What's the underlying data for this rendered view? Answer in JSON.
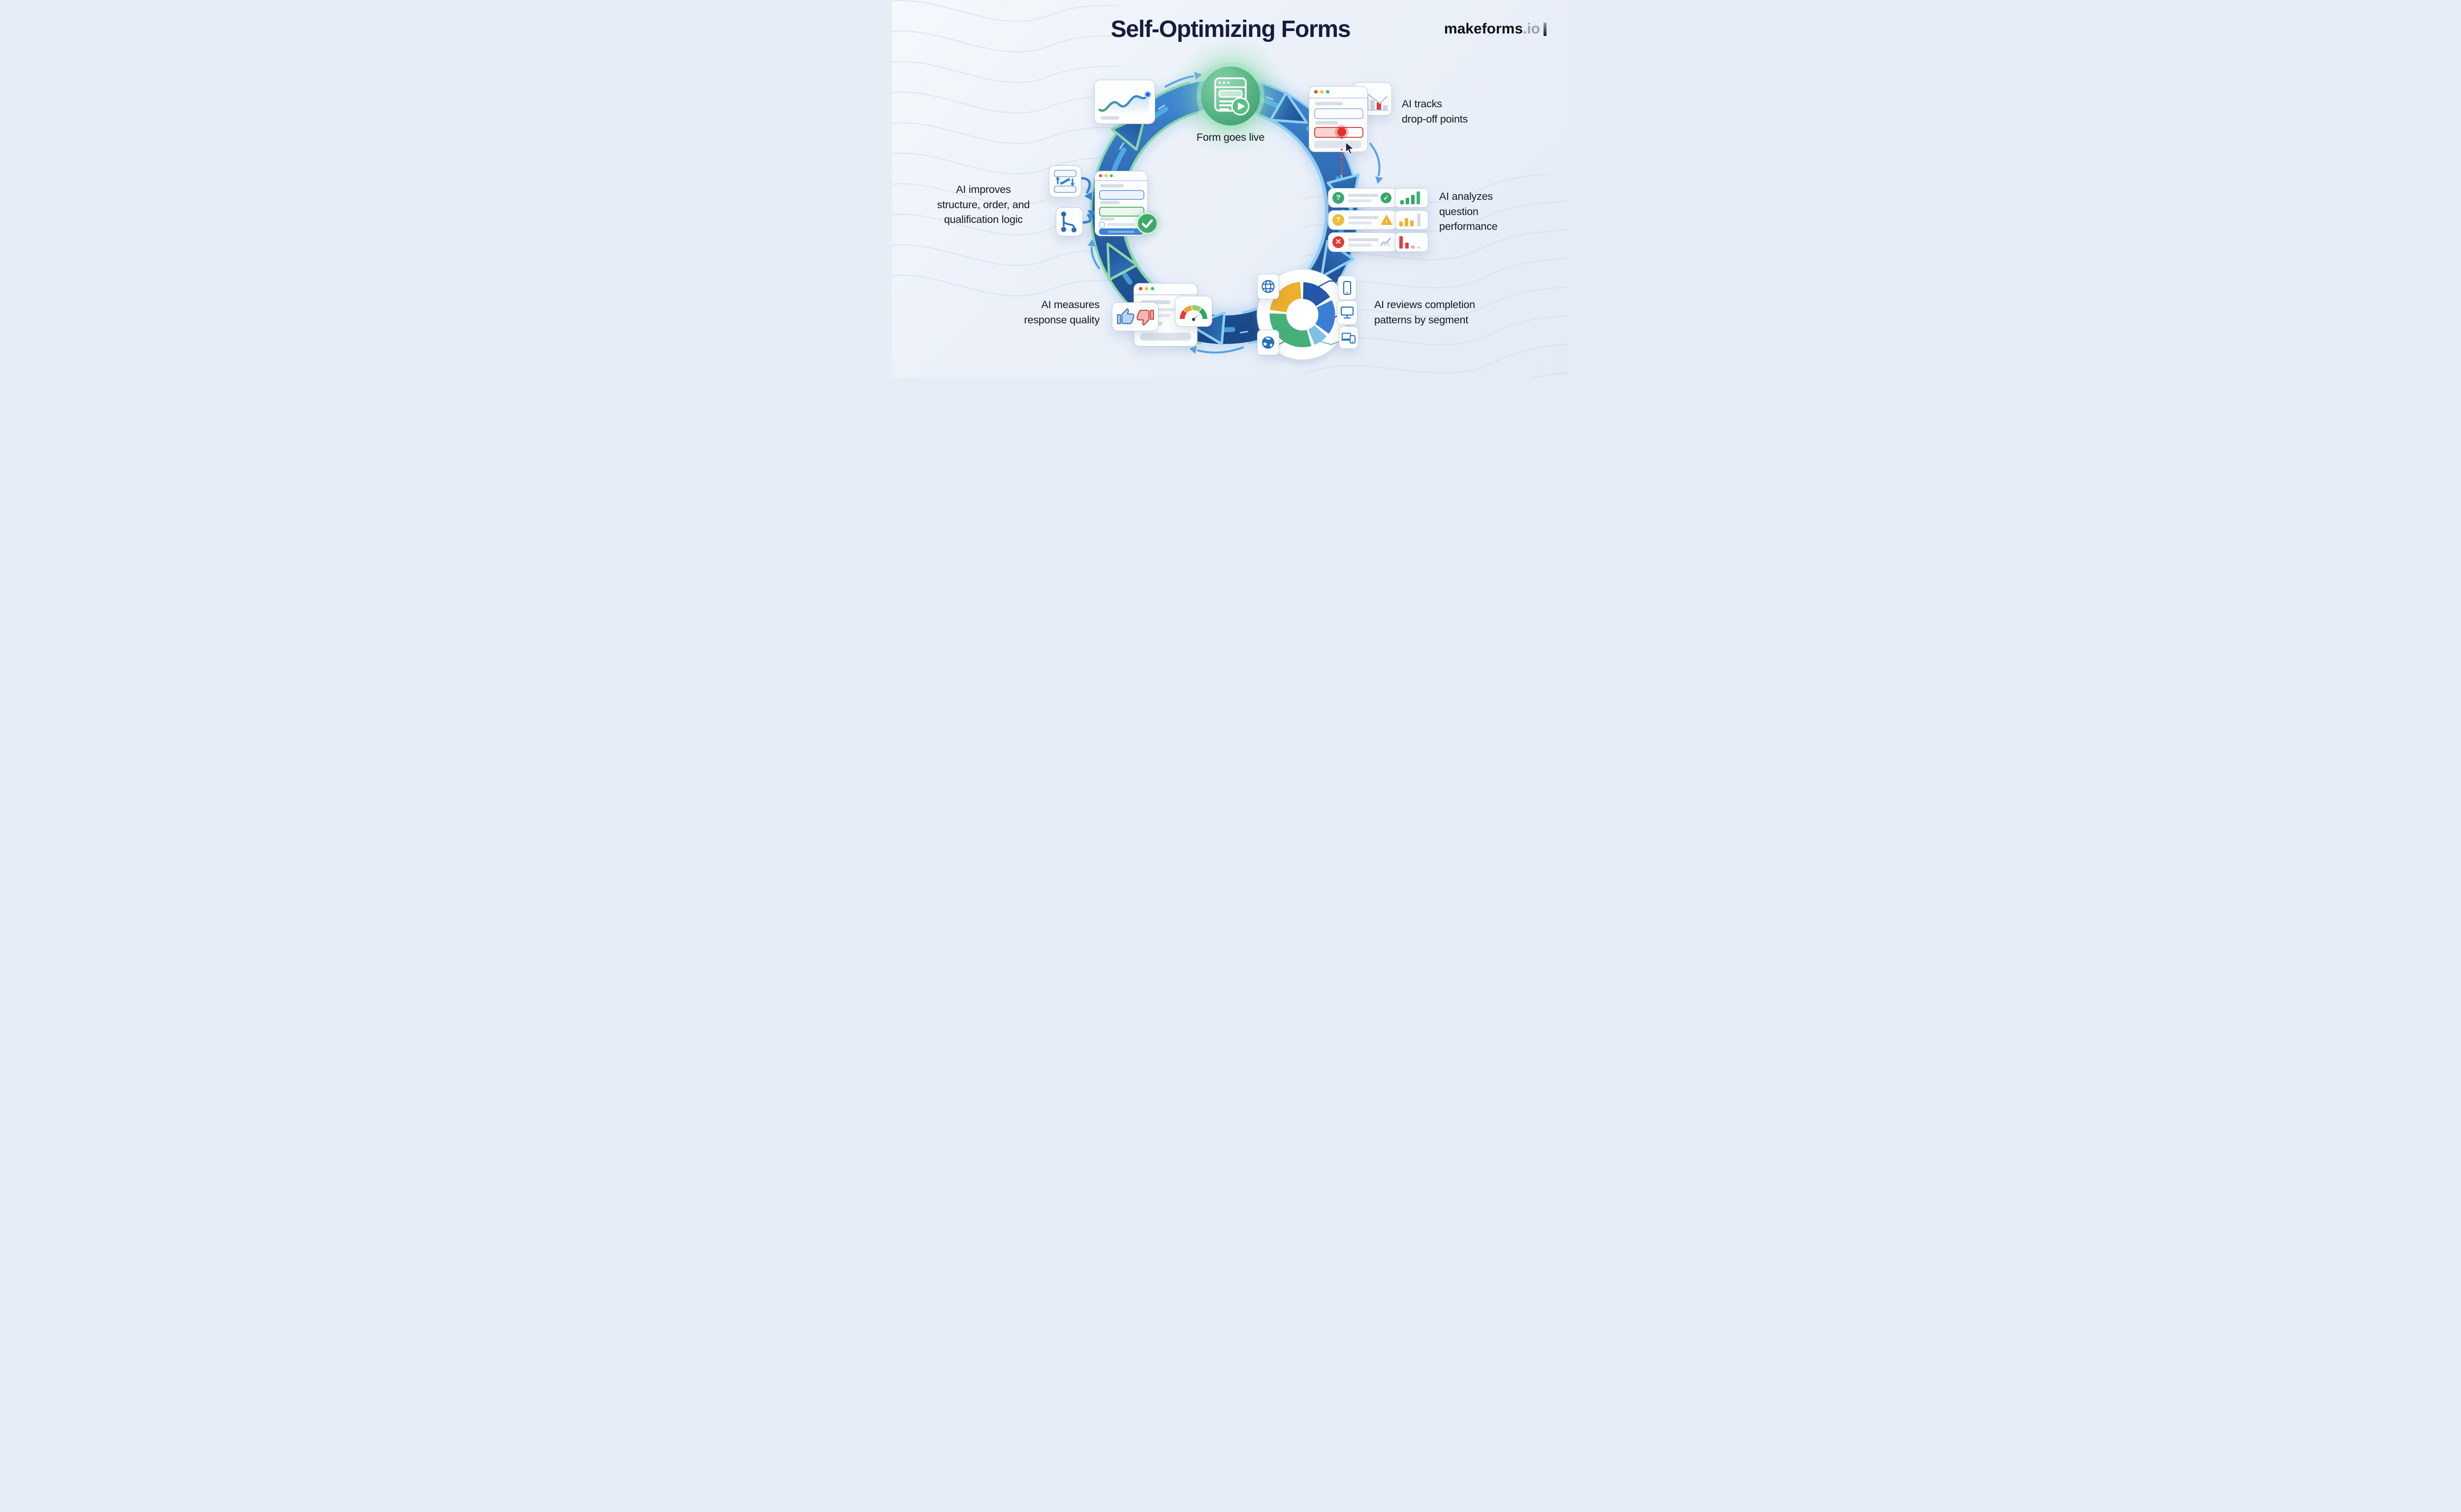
{
  "title": "Self-Optimizing Forms",
  "logo": {
    "brand": "makeforms",
    "tld": ".io"
  },
  "stages": {
    "live": {
      "label": "Form goes live",
      "icon": "form-window-play-icon"
    },
    "tracks": {
      "lines": [
        "AI tracks",
        "drop-off points"
      ],
      "icons": [
        "form-dropoff-window-icon",
        "declining-bars-icon"
      ]
    },
    "analyzes": {
      "lines": [
        "AI analyzes",
        "question",
        "performance"
      ],
      "icons": [
        "question-ok-row-icon",
        "question-warn-row-icon",
        "question-fail-row-icon",
        "ascending-bars-icon",
        "mixed-bars-icon",
        "descending-bars-icon"
      ]
    },
    "reviews": {
      "lines": [
        "AI reviews completion",
        "patterns by segment"
      ],
      "icons": [
        "segment-donut-icon",
        "globe-icon",
        "earth-icon",
        "mobile-icon",
        "desktop-icon",
        "devices-icon"
      ]
    },
    "measures": {
      "lines": [
        "AI measures",
        "response quality"
      ],
      "icons": [
        "thumbs-up-icon",
        "thumbs-down-icon",
        "gauge-icon"
      ]
    },
    "improves": {
      "lines": [
        "AI improves",
        "structure, order, and",
        "qualification logic"
      ],
      "icons": [
        "reorder-fields-icon",
        "branch-logic-icon",
        "improved-form-icon"
      ]
    }
  },
  "glyphs": {
    "question": "?",
    "exclaim": "!",
    "check": "✓",
    "cross": "✕"
  },
  "colors": {
    "title_navy": "#171c3e",
    "ring_blue": "#2a62a8",
    "cycle_green": "#45b179",
    "alert_red": "#e02f2f",
    "warn_yellow": "#f0b429",
    "accent_blue": "#3b82d6"
  },
  "donut_segments": [
    {
      "name": "segment-dark-blue",
      "color": "#2457a8"
    },
    {
      "name": "segment-medium-blue",
      "color": "#3b7fd4"
    },
    {
      "name": "segment-light-blue",
      "color": "#7fc0e6"
    },
    {
      "name": "segment-green",
      "color": "#45b179"
    },
    {
      "name": "segment-yellow",
      "color": "#edb02e"
    }
  ]
}
